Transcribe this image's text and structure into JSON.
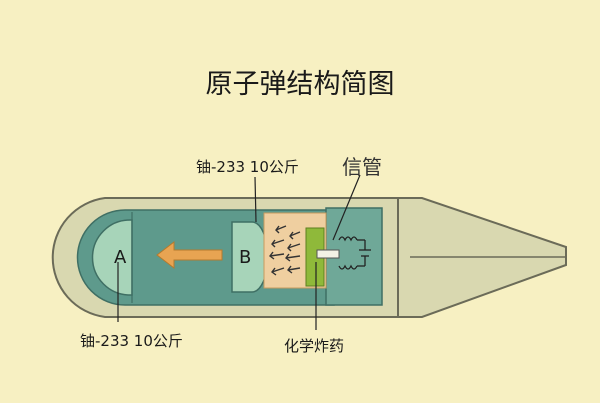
{
  "title": "原子弹结构简图",
  "labels": {
    "top_mass": "铀-233  10公斤",
    "bottom_mass": "铀-233  10公斤",
    "fuse": "信管",
    "charge": "化学炸药",
    "part_a": "A",
    "part_b": "B"
  },
  "colors": {
    "background": "#f7f0c2",
    "casing": "#d9d8b0",
    "outline": "#6b6b58",
    "inner_chamber": "#5e9a8c",
    "uranium_block": "#a7d4b9",
    "tail_box": "#6fa898",
    "explosive_zone": "#efcfa0",
    "explosive_core": "#8fb93a",
    "arrow": "#e8a452"
  }
}
